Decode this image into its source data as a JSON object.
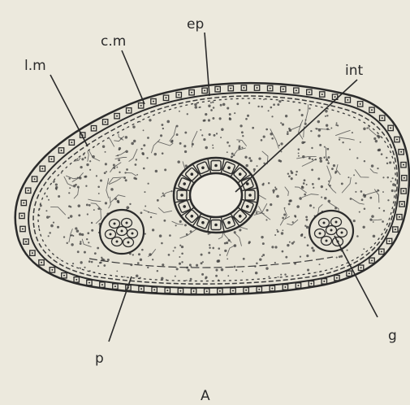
{
  "labels": {
    "lm": "l.m",
    "cm": "c.m",
    "ep": "ep",
    "int": "int",
    "p": "p",
    "g": "g"
  },
  "caption": "A",
  "colors": {
    "background": "#ece9dd",
    "ink": "#2b2b2b",
    "body_fill": "#e6e3d6"
  }
}
